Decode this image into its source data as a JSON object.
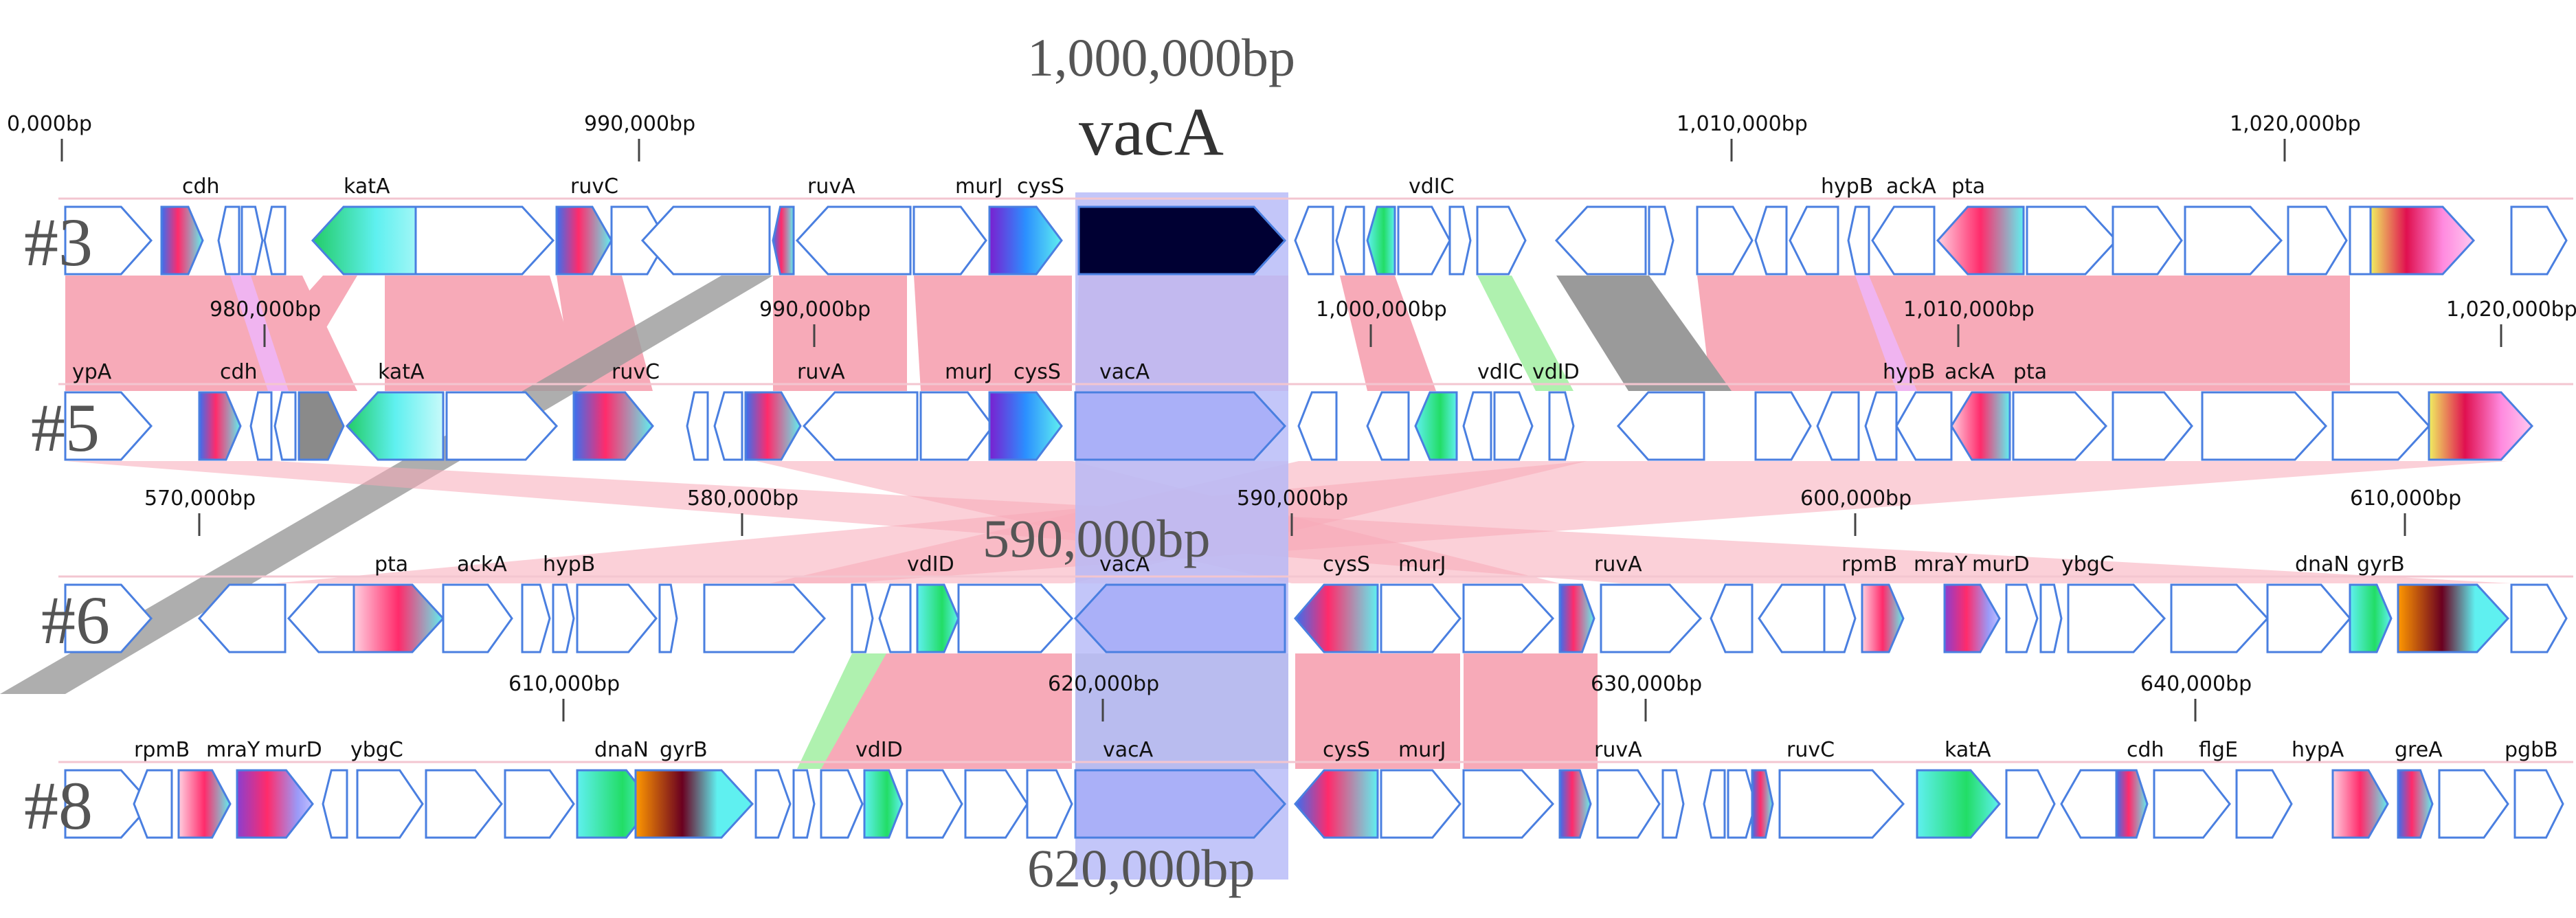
{
  "headers": {
    "top_position": "1,000,000bp",
    "top_gene": "vacA",
    "middle_position": "590,000bp",
    "bottom_position": "620,000bp"
  },
  "colors": {
    "gene_outline": "#4a7fe0",
    "homology_pink": "#f7aab8",
    "homology_gray": "#9a9a9a",
    "homology_green": "#a6f0a6",
    "homology_violet": "#f0b4f0",
    "vacA_highlight": "#aab0f8",
    "vacA_dark": "#000033"
  },
  "tracks": [
    {
      "id": "#3",
      "ticks": [
        "0,000bp",
        "990,000bp",
        "1,010,000bp",
        "1,020,000bp"
      ],
      "genes": [
        "cdh",
        "katA",
        "ruvC",
        "ruvA",
        "murJ",
        "cysS",
        "vdIC",
        "hypB",
        "ackA",
        "pta"
      ]
    },
    {
      "id": "#5",
      "ticks": [
        "980,000bp",
        "990,000bp",
        "1,000,000bp",
        "1,010,000bp",
        "1,020,000bp"
      ],
      "genes": [
        "ypA",
        "cdh",
        "katA",
        "ruvC",
        "ruvA",
        "murJ",
        "cysS",
        "vacA",
        "vdIC",
        "vdID",
        "hypB",
        "ackA",
        "pta"
      ]
    },
    {
      "id": "#6",
      "ticks": [
        "570,000bp",
        "580,000bp",
        "590,000bp",
        "600,000bp",
        "610,000bp"
      ],
      "genes": [
        "pta",
        "ackA",
        "hypB",
        "vdID",
        "vacA",
        "cysS",
        "murJ",
        "ruvA",
        "rpmB",
        "mraY",
        "murD",
        "ybgC",
        "dnaN",
        "gyrB"
      ]
    },
    {
      "id": "#8",
      "ticks": [
        "610,000bp",
        "620,000bp",
        "630,000bp",
        "640,000bp"
      ],
      "genes": [
        "rpmB",
        "mraY",
        "murD",
        "ybgC",
        "dnaN",
        "gyrB",
        "vdID",
        "vacA",
        "cysS",
        "murJ",
        "ruvA",
        "ruvC",
        "katA",
        "cdh",
        "flgE",
        "hypA",
        "greA",
        "pgbB"
      ]
    }
  ]
}
